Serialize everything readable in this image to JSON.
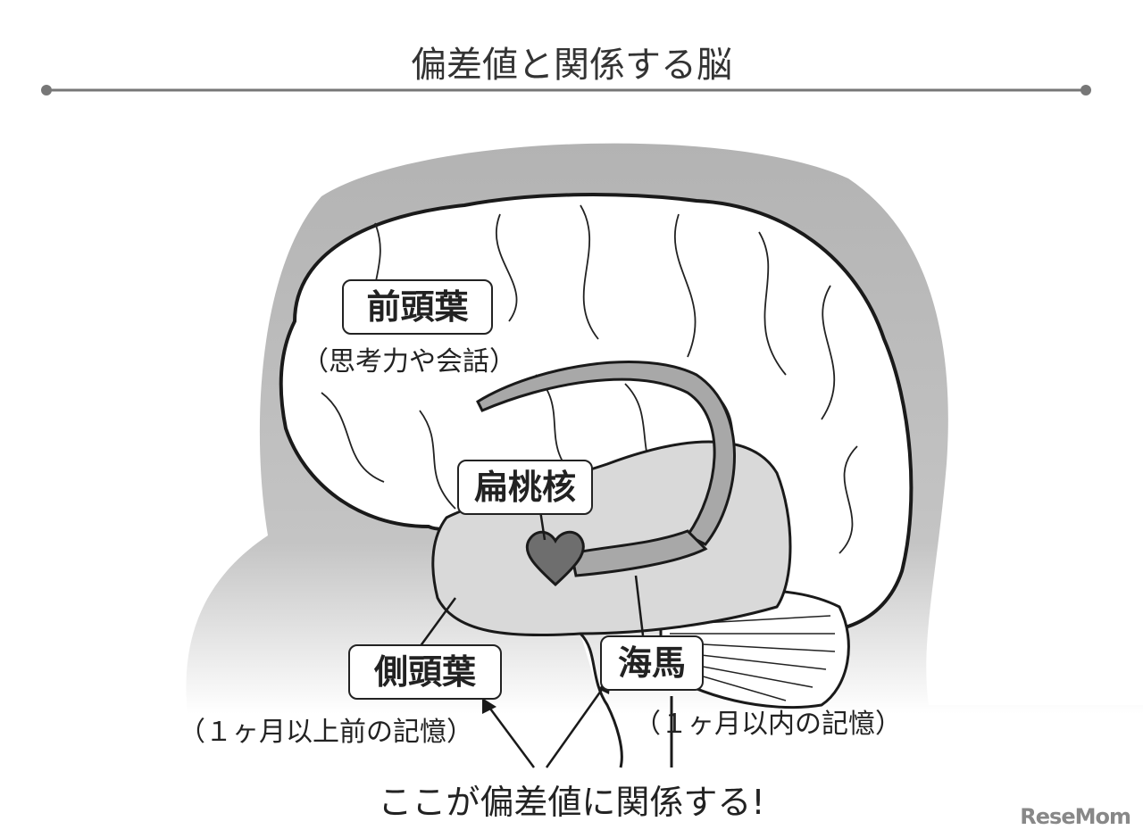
{
  "title": "偏差値と関係する脳",
  "labels": {
    "frontal": {
      "name": "前頭葉",
      "description": "（思考力や会話）"
    },
    "amygdala": {
      "name": "扁桃核"
    },
    "temporal": {
      "name": "側頭葉",
      "description": "（１ヶ月以上前の記憶）"
    },
    "hippocampus": {
      "name": "海馬",
      "description": "（１ヶ月以内の記憶）"
    }
  },
  "caption": "ここが偏差値に関係する!",
  "watermark": "ReseMom",
  "colors": {
    "head": "#b9b9b9",
    "brain": "#ffffff",
    "temporal_lobe": "#d9d9d9",
    "amygdala": "#6e6e6e",
    "hippocampus": "#a8a8a8",
    "outline": "#1a1a1a"
  }
}
